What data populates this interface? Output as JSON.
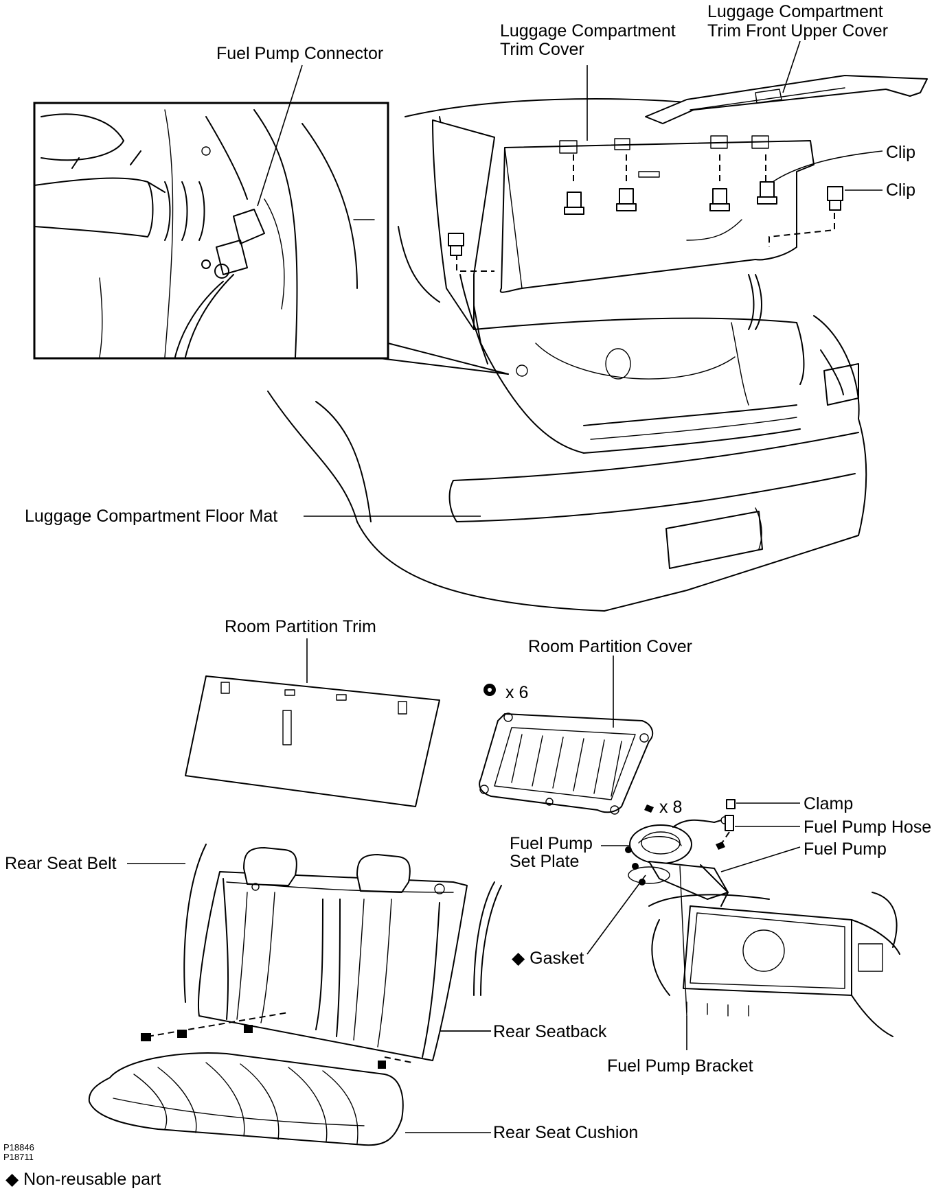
{
  "labels": {
    "fuel_pump_connector": "Fuel Pump Connector",
    "luggage_trim_cover_1": "Luggage Compartment",
    "luggage_trim_cover_2": "Trim Cover",
    "luggage_front_upper_1": "Luggage Compartment",
    "luggage_front_upper_2": "Trim Front Upper Cover",
    "clip_1": "Clip",
    "clip_2": "Clip",
    "floor_mat": "Luggage Compartment Floor Mat",
    "room_partition_trim": "Room Partition Trim",
    "room_partition_cover": "Room Partition Cover",
    "qty_x6": "x 6",
    "qty_x8": "x 8",
    "clamp": "Clamp",
    "fuel_pump_hose": "Fuel Pump Hose",
    "fuel_pump": "Fuel Pump",
    "fuel_pump_set_plate_1": "Fuel Pump",
    "fuel_pump_set_plate_2": "Set Plate",
    "rear_seat_belt": "Rear Seat Belt",
    "gasket": "◆ Gasket",
    "rear_seatback": "Rear Seatback",
    "fuel_pump_bracket": "Fuel Pump Bracket",
    "rear_seat_cushion": "Rear Seat Cushion"
  },
  "codes": [
    "P18846",
    "P18711"
  ],
  "legend": {
    "note": "◆ Non-reusable part"
  }
}
